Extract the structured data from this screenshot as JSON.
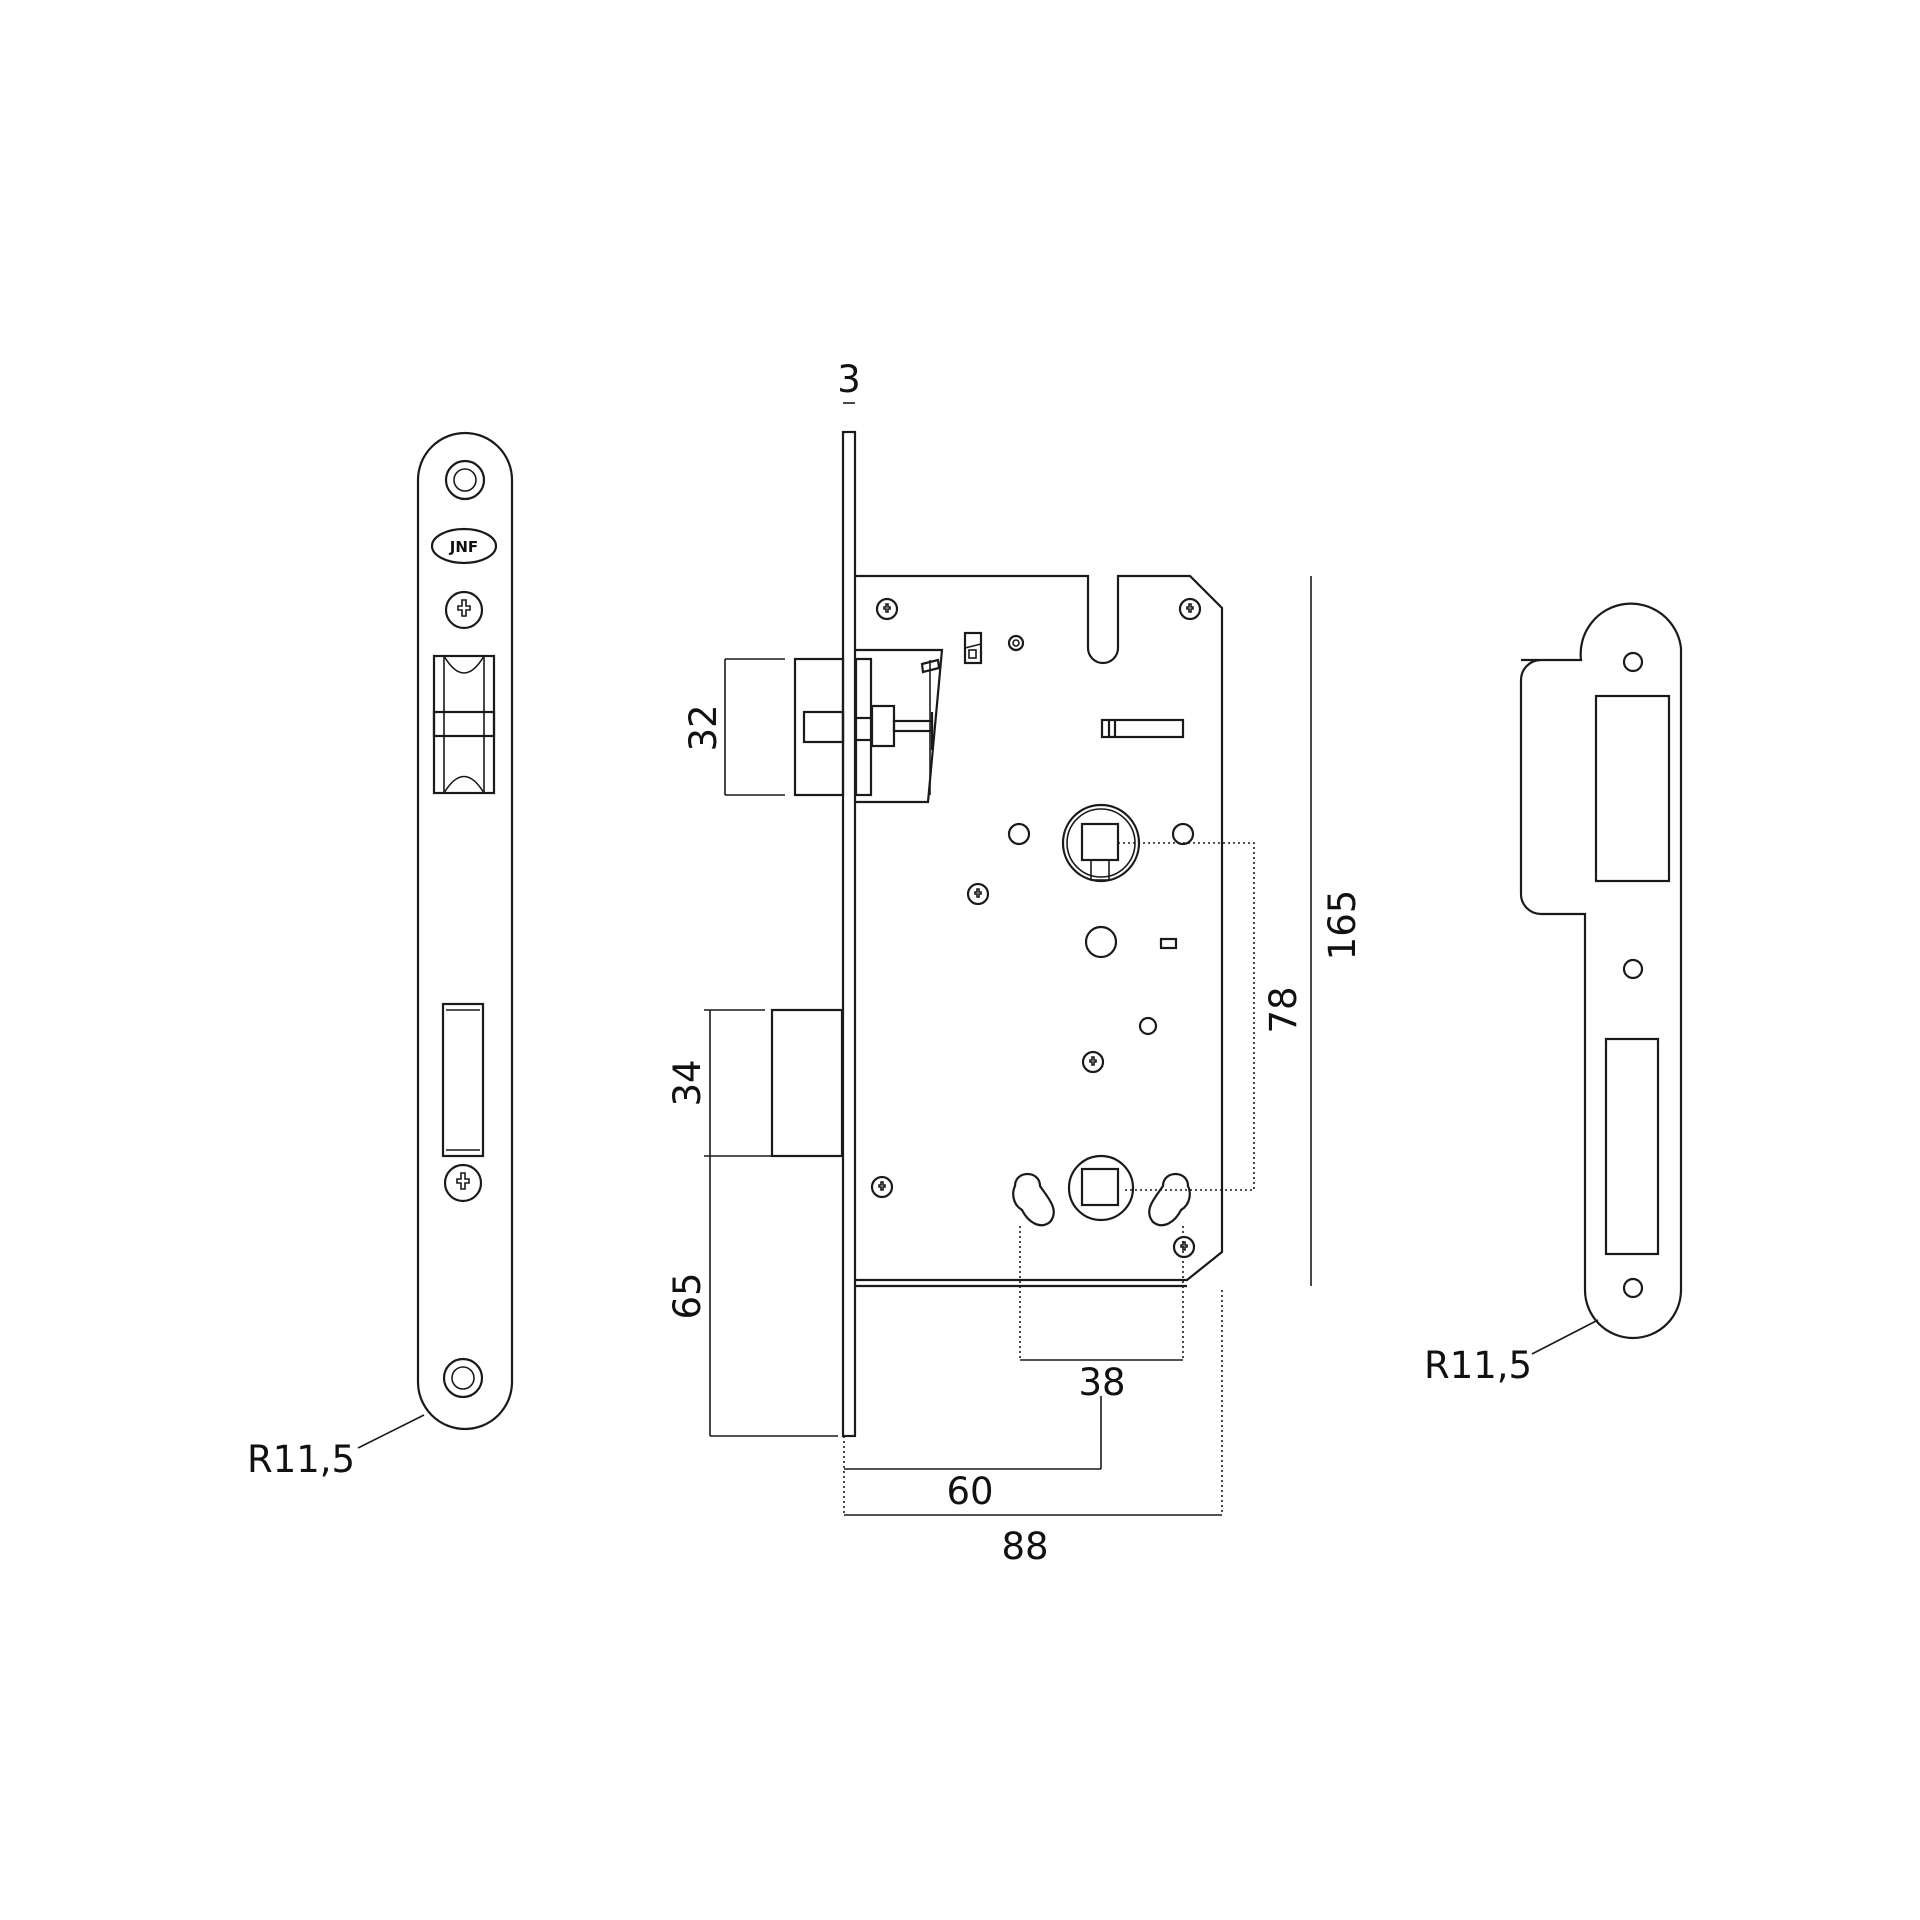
{
  "drawing": {
    "logo_text": "JNF",
    "radius_label_left": "R11,5",
    "radius_label_right": "R11,5",
    "dimensions": {
      "faceplate_thickness": "3",
      "deadbolt_height": "32",
      "latch_height": "34",
      "latch_to_bottom": "65",
      "follower_to_key_distance": "78",
      "case_height": "165",
      "key_spacing": "38",
      "backset": "60",
      "case_depth": "88"
    }
  }
}
